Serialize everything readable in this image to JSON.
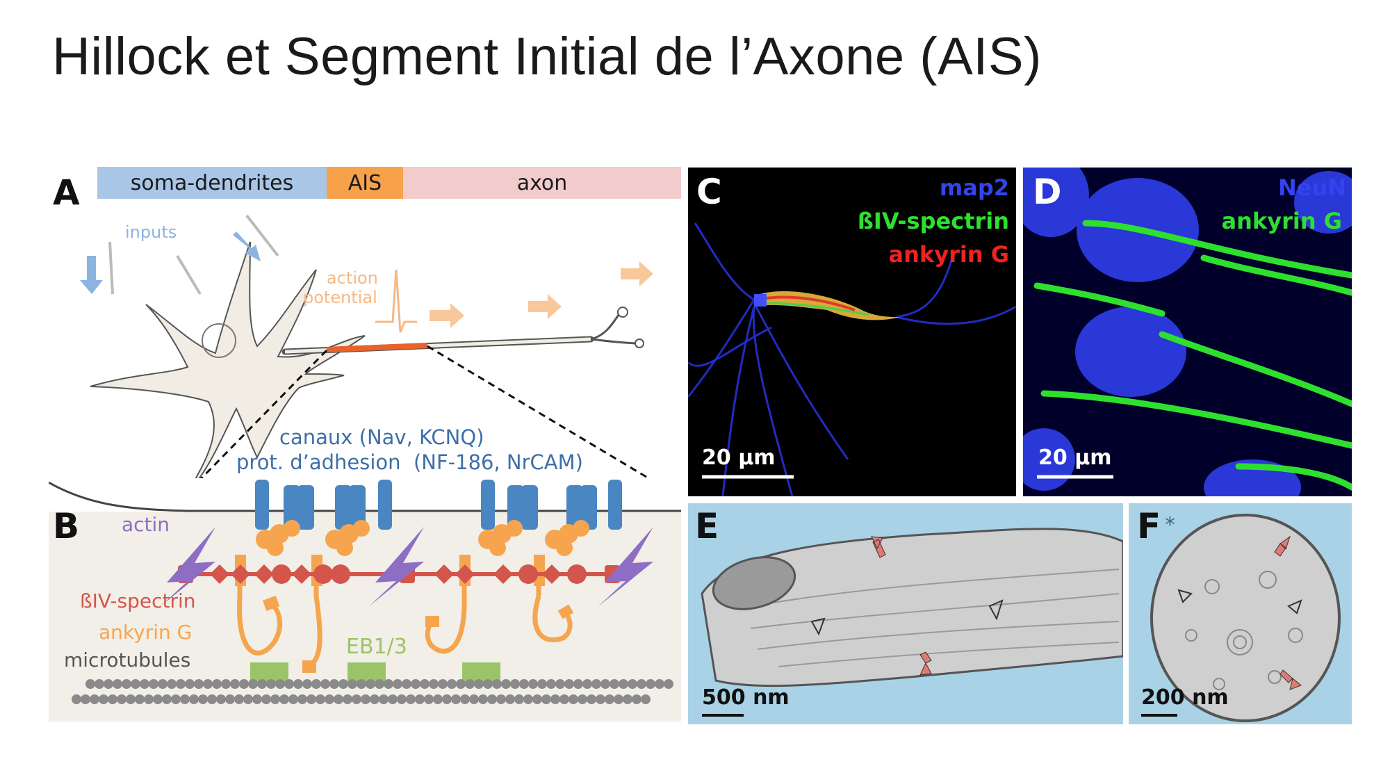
{
  "slide": {
    "title": "Hillock et Segment Initial de l’Axone (AIS)"
  },
  "panel_a": {
    "letter": "A",
    "bar": {
      "soma": "soma-dendrites",
      "ais": "AIS",
      "axon": "axon"
    },
    "inputs": "inputs",
    "action_potential_1": "action",
    "action_potential_2": "potential",
    "colors": {
      "soma_bar": "#a9c6e6",
      "ais_bar": "#f7a24a",
      "axon_bar": "#f2cccc",
      "ais_segment": "#e8622a"
    }
  },
  "panel_b": {
    "letter": "B",
    "canaux": "canaux (Nav, KCNQ)",
    "adhesion": "prot. d’adhesion  (NF-186, NrCAM)",
    "actin": "actin",
    "spectrin": "ßIV-spectrin",
    "ankyrin": "ankyrin G",
    "microtubules": "microtubules",
    "eb": "EB1/3",
    "colors": {
      "channel": "#4a86c2",
      "ankyrin": "#f6a54e",
      "spectrin": "#d4554c",
      "actin": "#8d6ec4",
      "eb": "#9ac467",
      "microtubule": "#8a8a8a"
    }
  },
  "panel_c": {
    "letter": "C",
    "legend": [
      "map2",
      "ßIV-spectrin",
      "ankyrin G"
    ],
    "scale": "20 µm",
    "colors": [
      "#3344ee",
      "#2ee02e",
      "#ee2222"
    ]
  },
  "panel_d": {
    "letter": "D",
    "legend": [
      "NeuN",
      "ankyrin G"
    ],
    "scale": "20 µm",
    "colors": [
      "#3344ee",
      "#2ee02e"
    ]
  },
  "panel_e": {
    "letter": "E",
    "scale": "500 nm"
  },
  "panel_f": {
    "letter": "F",
    "scale": "200 nm",
    "asterisk": "*"
  }
}
